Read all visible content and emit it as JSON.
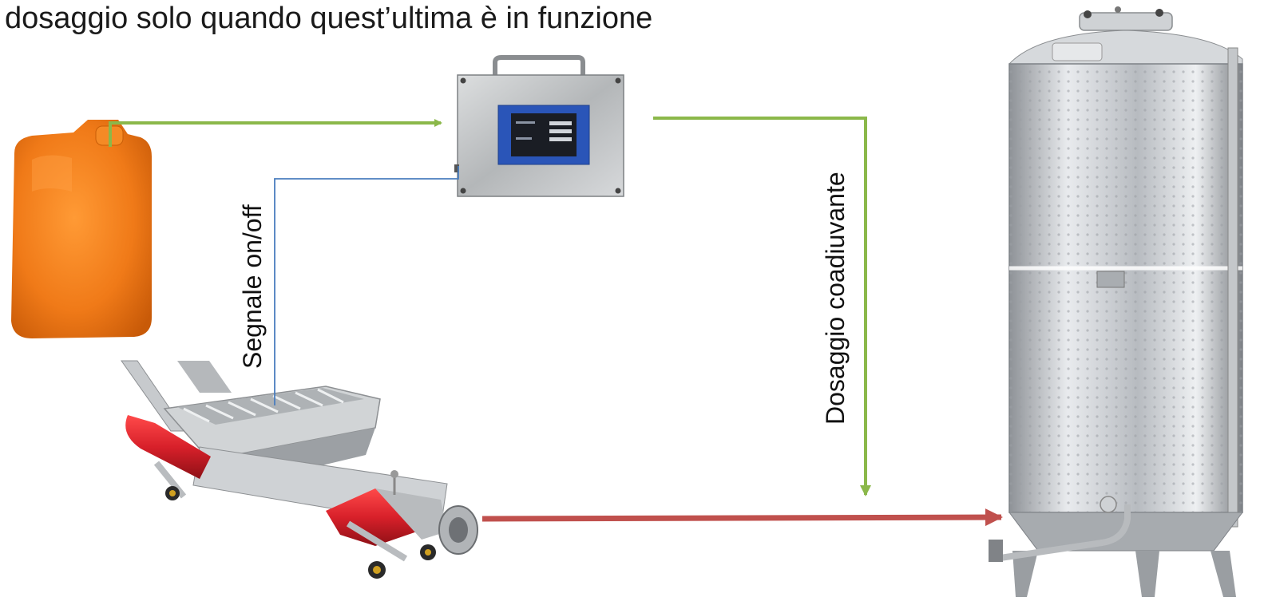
{
  "heading": "dosaggio solo quando quest’ultima è in funzione",
  "labels": {
    "signal": "Segnale on/off",
    "dosing": "Dosaggio coadiuvante"
  },
  "colors": {
    "flow_additive": "#8bb84a",
    "signal_wire": "#4a7ebf",
    "flow_product": "#c0504d",
    "jerrycan": "#f07a18",
    "pump_red": "#d8202a",
    "steel": "#c9ccd0",
    "screen": "#2a55b8"
  },
  "icons": {
    "jerrycan": "jerrycan-icon",
    "controller": "dosing-controller-icon",
    "pump": "screw-pump-icon",
    "tank": "steel-tank-icon"
  }
}
